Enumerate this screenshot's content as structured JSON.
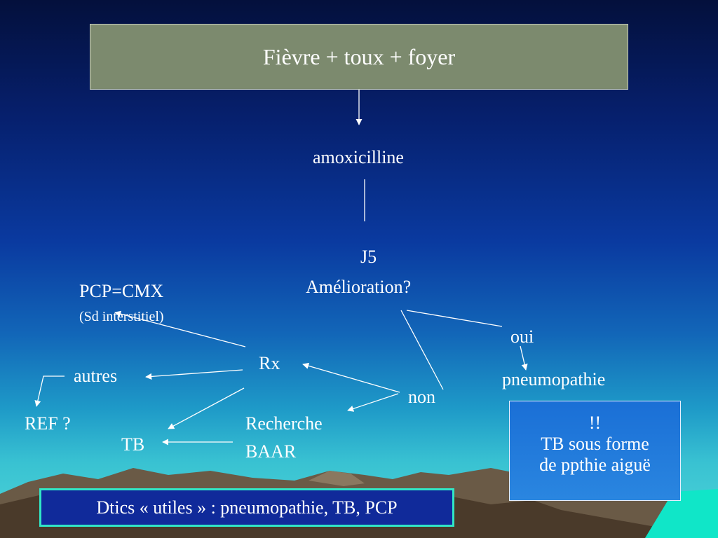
{
  "title": "Fièvre + toux  + foyer",
  "nodes": {
    "amoxicilline": "amoxicilline",
    "j5": "J5",
    "amelioration": "Amélioration?",
    "oui": "oui",
    "pneumopathie": "pneumopathie",
    "non": "non",
    "rx": "Rx",
    "recherche": "Recherche",
    "baar": "BAAR",
    "pcp_cmx": "PCP=CMX",
    "sd_interstitiel": "(Sd interstitiel)",
    "autres": "autres",
    "ref": "REF ?",
    "tb": "TB"
  },
  "note": {
    "line1": "!!",
    "line2": "TB sous forme",
    "line3": "de ppthie aiguë"
  },
  "footer": "Dtics « utiles » : pneumopathie, TB, PCP",
  "colors": {
    "title_box": "#7c8a6e",
    "note_box": "#1a6fd6",
    "footer_border": "#31e6c6",
    "text": "#ffffff"
  }
}
